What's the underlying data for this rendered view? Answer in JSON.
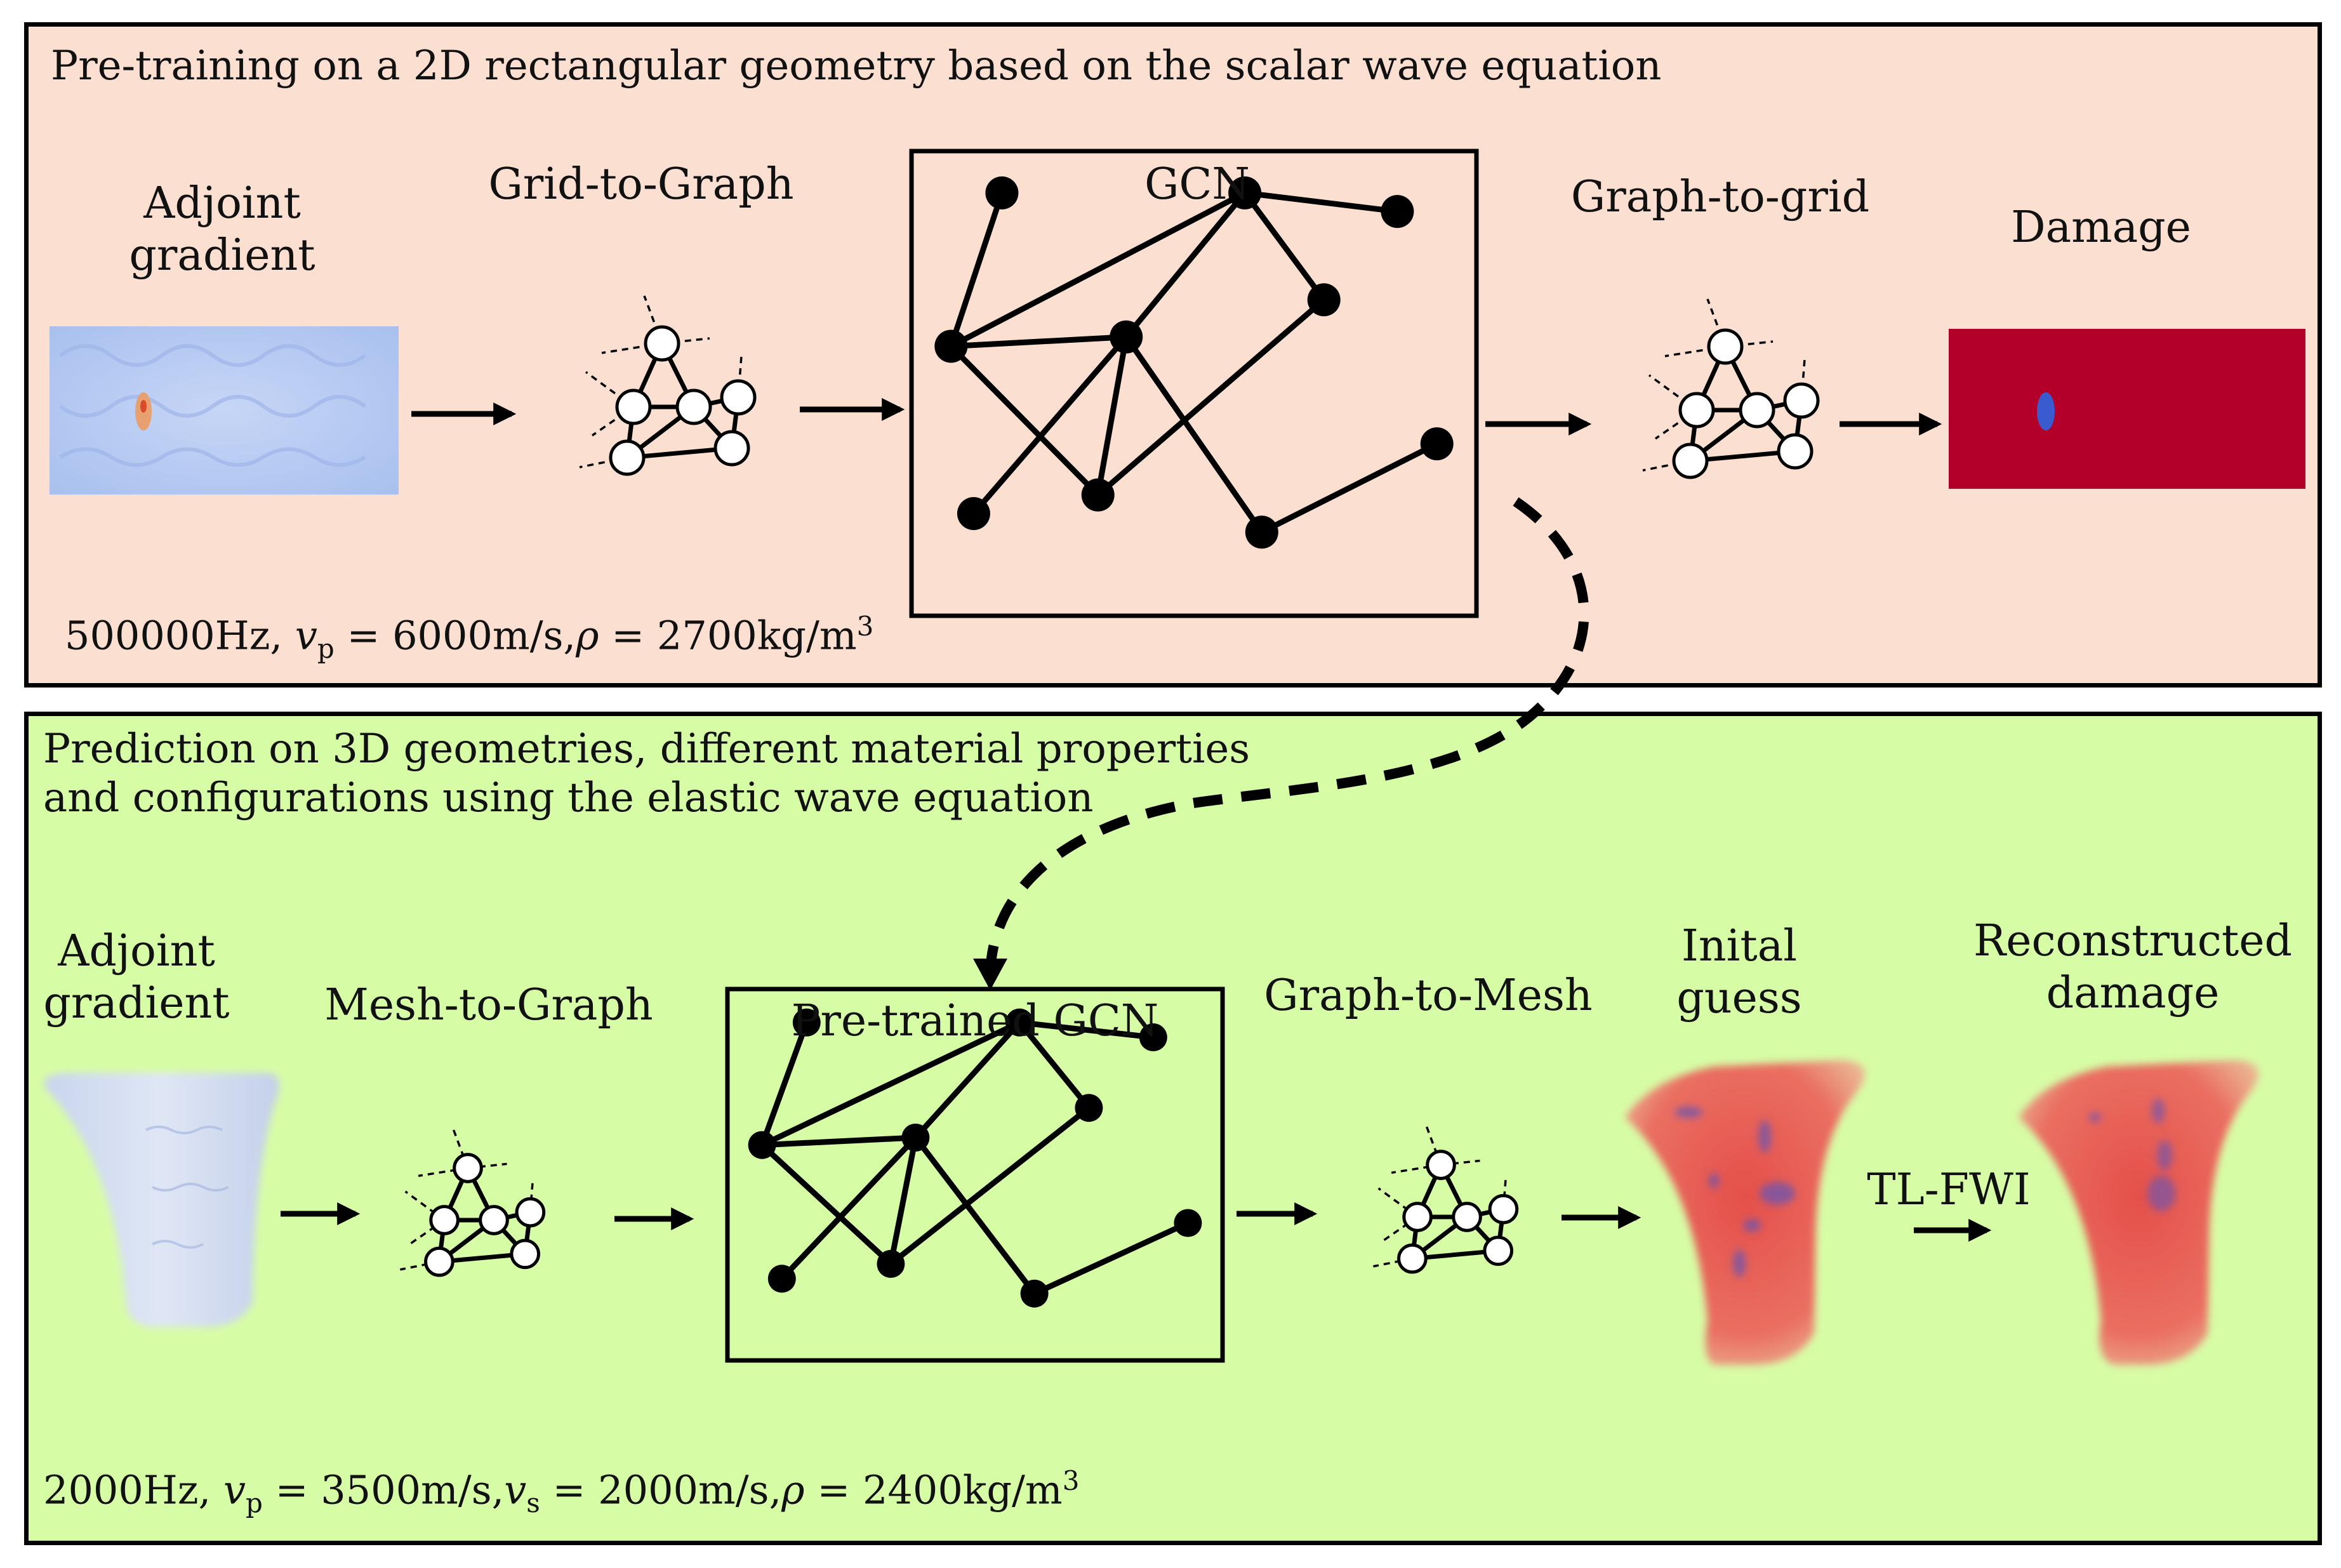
{
  "colors": {
    "top_panel_bg": "#fbdfd0",
    "bottom_panel_bg": "#d7fca6",
    "damage_field": "#b3002b",
    "damage_spot": "#3a5bd0",
    "gradient_field": "#b9cdf2",
    "reconstruction_field": "#e86a5e",
    "reconstruction_spots": "#6a55b0"
  },
  "top_panel": {
    "title": "Pre-training on a 2D rectangular geometry based on the scalar wave equation",
    "steps": {
      "adjoint_line1": "Adjoint",
      "adjoint_line2": "gradient",
      "grid_to_graph": "Grid-to-Graph",
      "gcn": "GCN",
      "graph_to_grid": "Graph-to-grid",
      "damage": "Damage"
    },
    "params": {
      "freq": "500000Hz, ",
      "vp_sym": "v",
      "vp_sub": "p",
      "vp_val": " = 6000m/s,",
      "rho_sym": "ρ",
      "rho_val": " = 2700kg/m",
      "rho_exp": "3"
    }
  },
  "bottom_panel": {
    "title_line1": "Prediction on 3D geometries, different material properties",
    "title_line2": "and configurations using the elastic wave equation",
    "steps": {
      "adjoint_line1": "Adjoint",
      "adjoint_line2": "gradient",
      "mesh_to_graph": "Mesh-to-Graph",
      "pretrained_gcn": "Pre-trained GCN",
      "graph_to_mesh": "Graph-to-Mesh",
      "initial_line1": "Inital",
      "initial_line2": "guess",
      "reconstructed_line1": "Reconstructed",
      "reconstructed_line2": "damage",
      "tl_fwi": "TL-FWI"
    },
    "params": {
      "freq": "2000Hz, ",
      "vp_sym": "v",
      "vp_sub": "p",
      "vp_val": " = 3500m/s,",
      "vs_sym": "v",
      "vs_sub": "s",
      "vs_val": " = 2000m/s,",
      "rho_sym": "ρ",
      "rho_val": " = 2400kg/m",
      "rho_exp": "3"
    }
  }
}
